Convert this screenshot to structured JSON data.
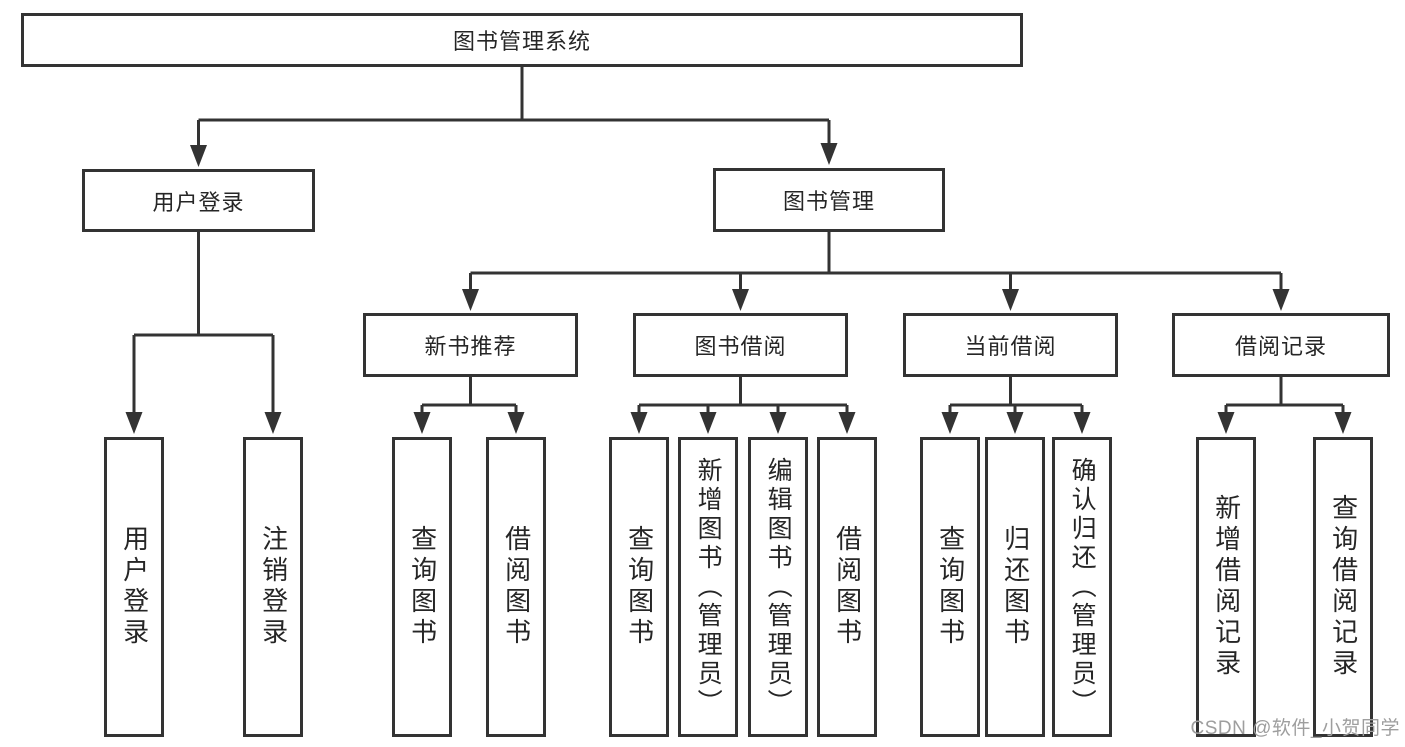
{
  "diagram_title": "图书管理系统",
  "tree": {
    "root": {
      "label": "图书管理系统"
    },
    "branches": [
      {
        "label": "用户登录",
        "children": [
          {
            "label": "用户登录"
          },
          {
            "label": "注销登录"
          }
        ]
      },
      {
        "label": "图书管理",
        "children": [
          {
            "label": "新书推荐",
            "children": [
              {
                "label": "查询图书"
              },
              {
                "label": "借阅图书"
              }
            ]
          },
          {
            "label": "图书借阅",
            "children": [
              {
                "label": "查询图书"
              },
              {
                "label": "新增图书（管理员）"
              },
              {
                "label": "编辑图书（管理员）"
              },
              {
                "label": "借阅图书"
              }
            ]
          },
          {
            "label": "当前借阅",
            "children": [
              {
                "label": "查询图书"
              },
              {
                "label": "归还图书"
              },
              {
                "label": "确认归还（管理员）"
              }
            ]
          },
          {
            "label": "借阅记录",
            "children": [
              {
                "label": "新增借阅记录"
              },
              {
                "label": "查询借阅记录"
              }
            ]
          }
        ]
      }
    ]
  },
  "watermark": {
    "text": "CSDN @软件_小贺同学"
  },
  "colors": {
    "line": "#333333",
    "box_border": "#333333",
    "text": "#262626",
    "background": "#ffffff",
    "watermark": "#9e9e9e"
  }
}
